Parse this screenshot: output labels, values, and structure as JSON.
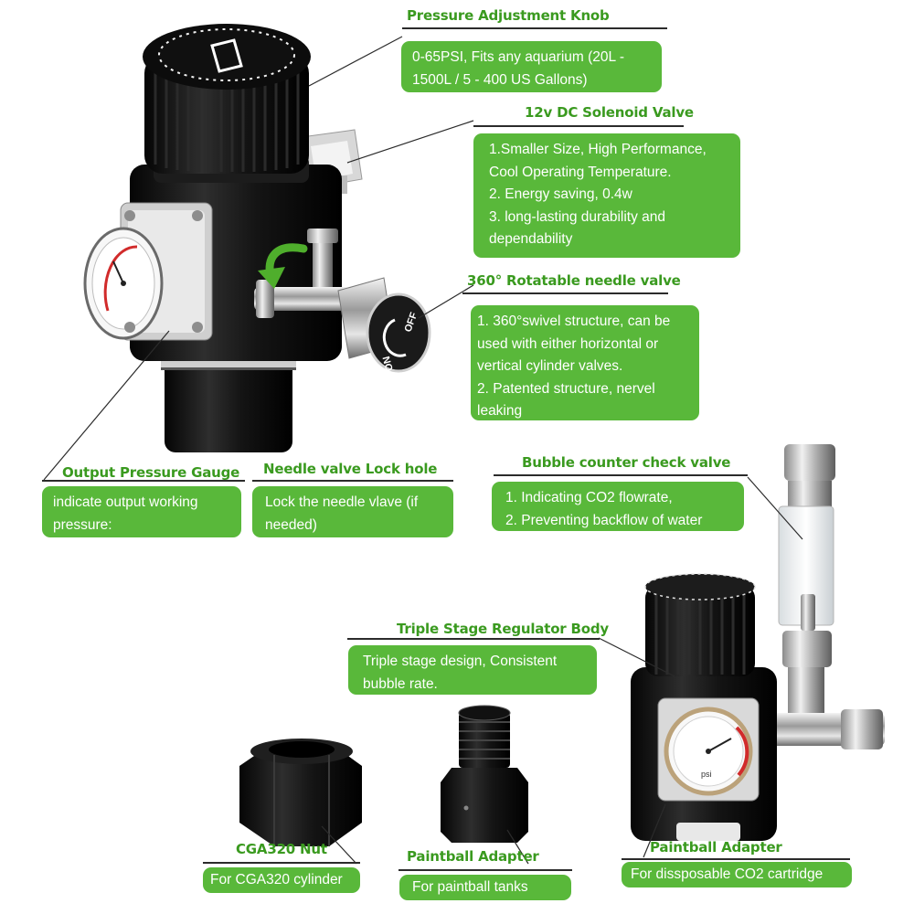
{
  "labels": {
    "pressure_knob": {
      "title": "Pressure Adjustment Knob",
      "lines": [
        "0-65PSI, Fits any aquarium (20L -",
        "1500L / 5 - 400 US Gallons)"
      ]
    },
    "solenoid": {
      "title": "12v DC Solenoid Valve",
      "lines": [
        "1.Smaller Size, High Performance,",
        "Cool Operating Temperature.",
        "2. Energy saving, 0.4w",
        "3. long-lasting durability and",
        "dependability"
      ]
    },
    "needle_valve": {
      "title": "360° Rotatable needle valve",
      "lines": [
        "1. 360°swivel structure, can be",
        "used with either horizontal or",
        "vertical cylinder valves.",
        "2. Patented structure, nervel",
        "leaking"
      ]
    },
    "gauge": {
      "title": "Output Pressure Gauge",
      "lines": [
        "indicate output working",
        "pressure:"
      ]
    },
    "lock_hole": {
      "title": "Needle valve Lock hole",
      "lines": [
        "Lock the needle vlave (if",
        "needed)"
      ]
    },
    "bubble_counter": {
      "title": "Bubble counter check valve",
      "lines": [
        "1. Indicating CO2 flowrate,",
        "2. Preventing backflow of water"
      ]
    },
    "regulator_body": {
      "title": "Triple Stage Regulator Body",
      "lines": [
        "Triple stage design, Consistent",
        "bubble rate."
      ]
    },
    "cga320_nut": {
      "title": "CGA320 Nut",
      "lines": [
        "For CGA320 cylinder"
      ]
    },
    "paintball_adapter_tanks": {
      "title": "Paintball Adapter",
      "lines": [
        "For paintball tanks"
      ]
    },
    "paintball_adapter_cartridge": {
      "title": "Paintball Adapter",
      "lines": [
        "For dissposable CO2 cartridge"
      ]
    }
  },
  "product": {
    "valve_labels": {
      "off": "OFF",
      "on": "ON"
    },
    "gauge_unit": "psi"
  },
  "colors": {
    "accent_green": "#59b83a",
    "title_green": "#3a9a1f",
    "body_black": "#151515"
  }
}
